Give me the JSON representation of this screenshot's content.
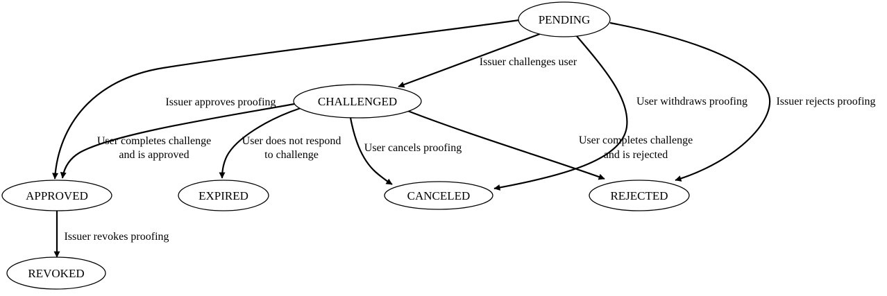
{
  "diagram": {
    "type": "state-transition-graph",
    "colors": {
      "background": "#ffffff",
      "stroke": "#000000",
      "text": "#000000",
      "node_fill": "#ffffff"
    },
    "nodes": [
      {
        "id": "pending",
        "label": "PENDING"
      },
      {
        "id": "challenged",
        "label": "CHALLENGED"
      },
      {
        "id": "approved",
        "label": "APPROVED"
      },
      {
        "id": "expired",
        "label": "EXPIRED"
      },
      {
        "id": "canceled",
        "label": "CANCELED"
      },
      {
        "id": "rejected",
        "label": "REJECTED"
      },
      {
        "id": "revoked",
        "label": "REVOKED"
      }
    ],
    "edges": [
      {
        "from": "PENDING",
        "to": "CHALLENGED",
        "label": "Issuer challenges user",
        "lines": [
          "Issuer challenges user"
        ]
      },
      {
        "from": "PENDING",
        "to": "APPROVED",
        "label": "Issuer approves proofing",
        "lines": [
          "Issuer approves proofing"
        ]
      },
      {
        "from": "CHALLENGED",
        "to": "APPROVED",
        "label": "User completes challenge and is approved",
        "lines": [
          "User completes challenge",
          "and is approved"
        ]
      },
      {
        "from": "CHALLENGED",
        "to": "EXPIRED",
        "label": "User does not respond to challenge",
        "lines": [
          "User does not respond",
          "to challenge"
        ]
      },
      {
        "from": "CHALLENGED",
        "to": "CANCELED",
        "label": "User cancels proofing",
        "lines": [
          "User cancels proofing"
        ]
      },
      {
        "from": "CHALLENGED",
        "to": "REJECTED",
        "label": "User completes challenge and is rejected",
        "lines": [
          "User completes challenge",
          "and is rejected"
        ]
      },
      {
        "from": "PENDING",
        "to": "CANCELED",
        "label": "User withdraws proofing",
        "lines": [
          "User withdraws proofing"
        ]
      },
      {
        "from": "PENDING",
        "to": "REJECTED",
        "label": "Issuer rejects proofing",
        "lines": [
          "Issuer rejects proofing"
        ]
      },
      {
        "from": "APPROVED",
        "to": "REVOKED",
        "label": "Issuer revokes proofing",
        "lines": [
          "Issuer revokes proofing"
        ]
      }
    ]
  }
}
